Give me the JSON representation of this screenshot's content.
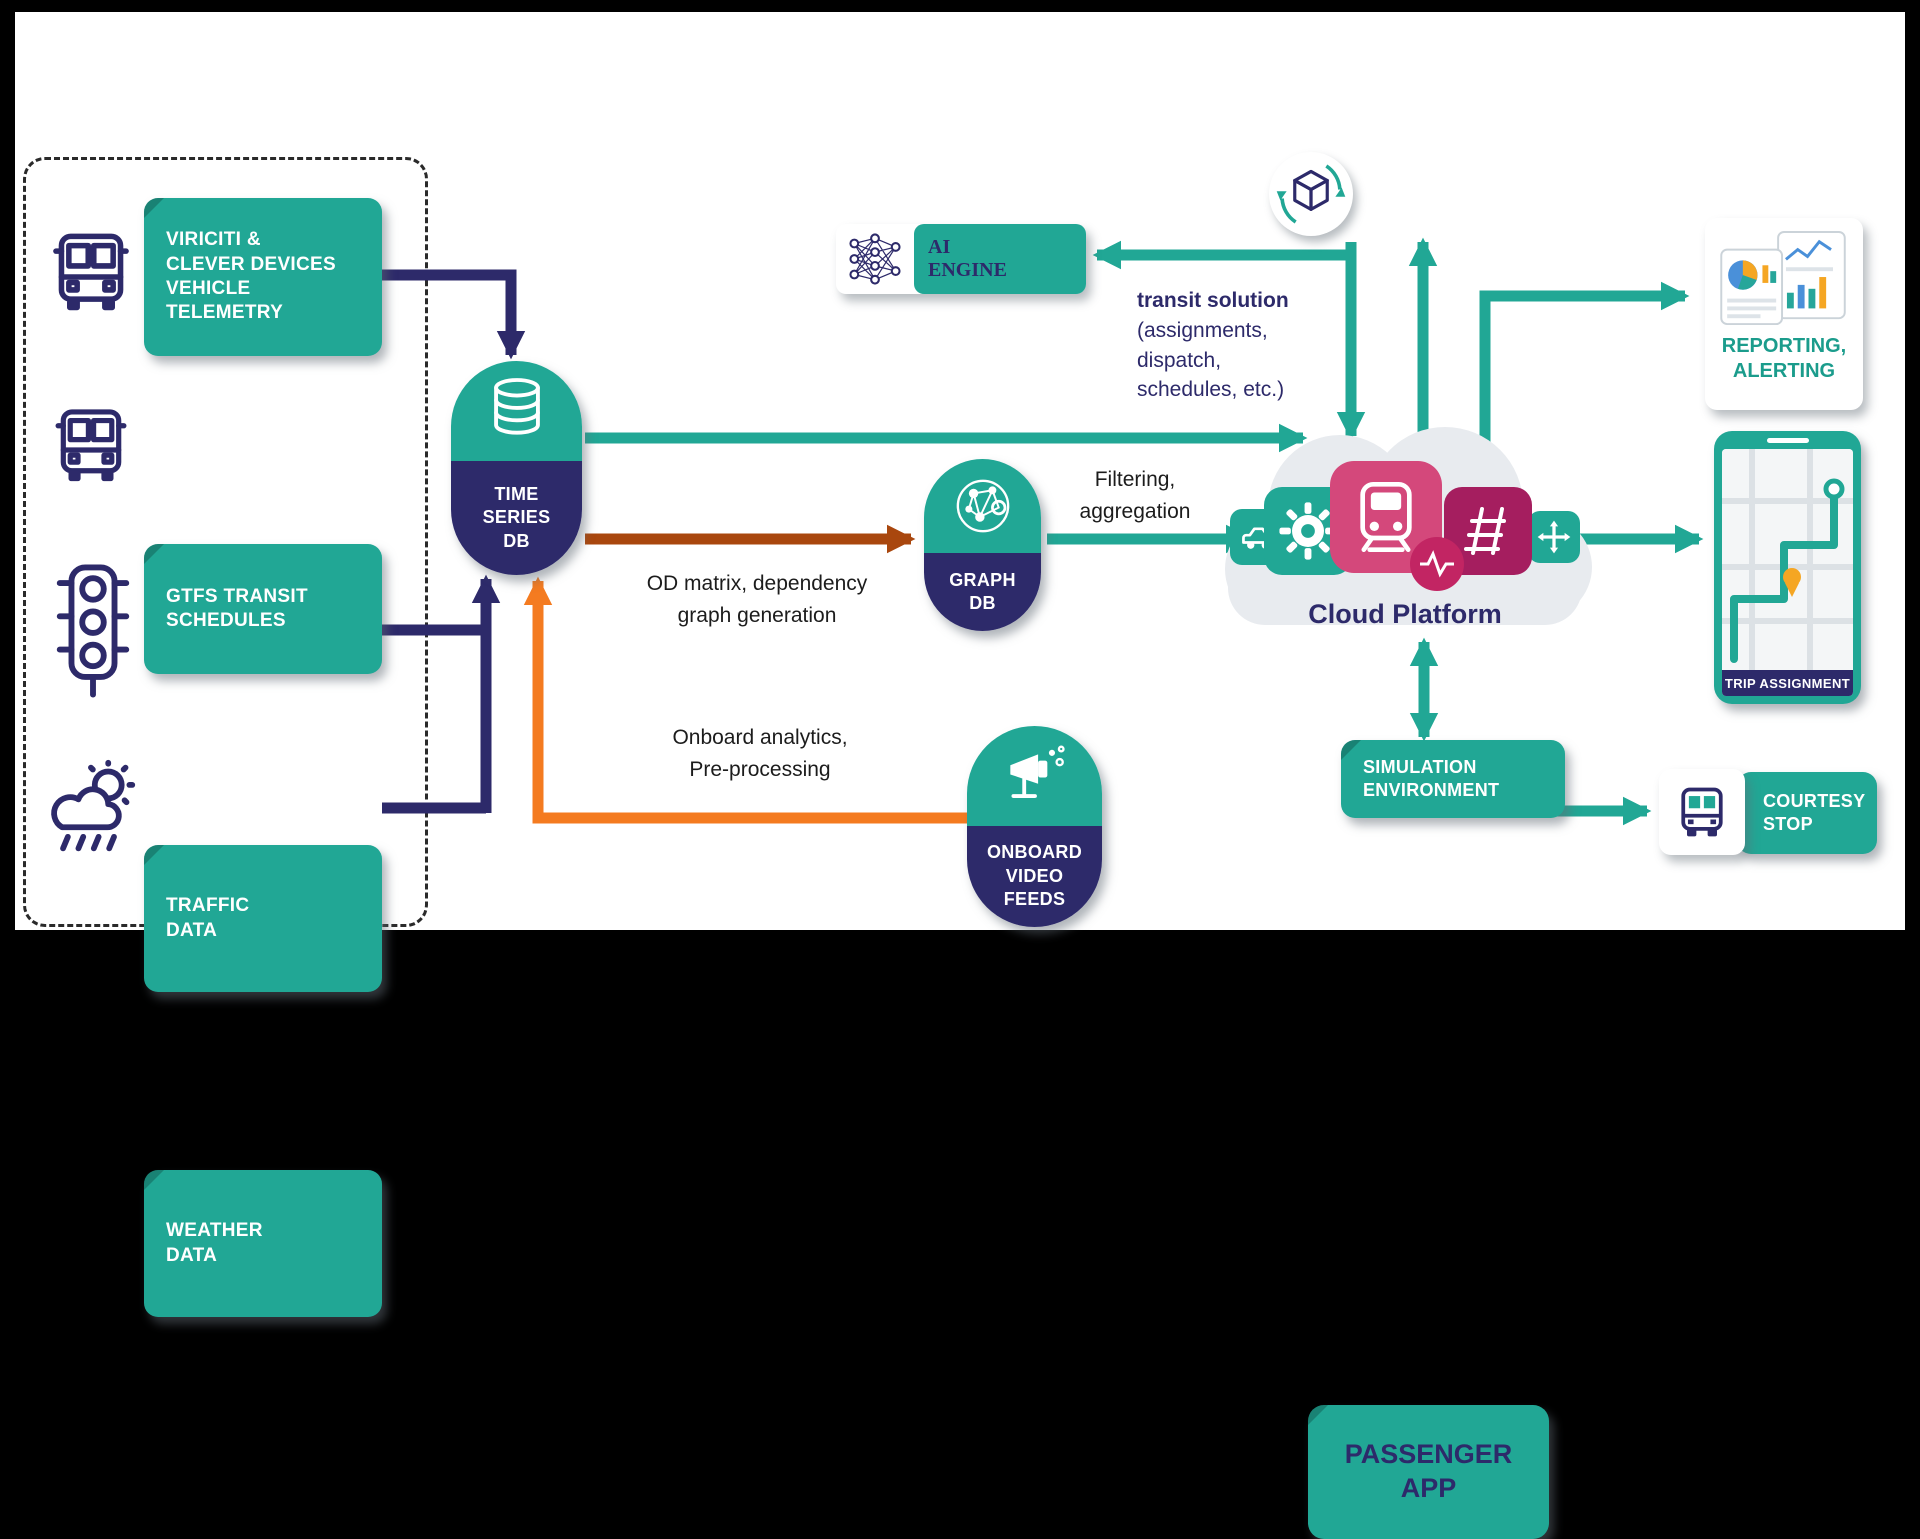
{
  "palette": {
    "teal": "#21A795",
    "navy": "#2D2A6A",
    "orange": "#F47B20",
    "rust": "#A9470E",
    "pink": "#D4487B",
    "magenta": "#A51E5F",
    "pulse": "#C22563",
    "cloud_gray": "#E8EBEF",
    "text_dark": "#1C1C1C",
    "reporting_text": "#1B9C8C"
  },
  "sources": {
    "items": [
      {
        "label": "VIRICITI &\nCLEVER DEVICES\nVEHICLE\nTELEMETRY"
      },
      {
        "label": "GTFS TRANSIT\nSCHEDULES"
      },
      {
        "label": "TRAFFIC\nDATA"
      },
      {
        "label": "WEATHER\nDATA"
      }
    ]
  },
  "nodes": {
    "time_series_db": {
      "label": "TIME\nSERIES\nDB"
    },
    "graph_db": {
      "label": "GRAPH\nDB"
    },
    "onboard_video": {
      "label": "ONBOARD\nVIDEO\nFEEDS"
    },
    "ai_engine": {
      "label": "AI\nENGINE"
    },
    "simulation": {
      "label": "SIMULATION\nENVIRONMENT"
    },
    "cloud": {
      "label": "Cloud Platform"
    },
    "reporting": {
      "label": "REPORTING,\nALERTING"
    },
    "trip_assignment": {
      "label": "TRIP ASSIGNMENT"
    },
    "passenger_app": {
      "label": "PASSENGER\nAPP"
    },
    "courtesy_stop": {
      "label": "COURTESY\nSTOP"
    }
  },
  "flow_labels": {
    "transit_solution_title": "transit solution",
    "transit_solution_detail": "(assignments,\ndispatch,\nschedules, etc.)",
    "filtering": "Filtering,\naggregation",
    "od_matrix": "OD matrix, dependency\ngraph generation",
    "onboard_analytics": "Onboard analytics,\nPre-processing"
  }
}
